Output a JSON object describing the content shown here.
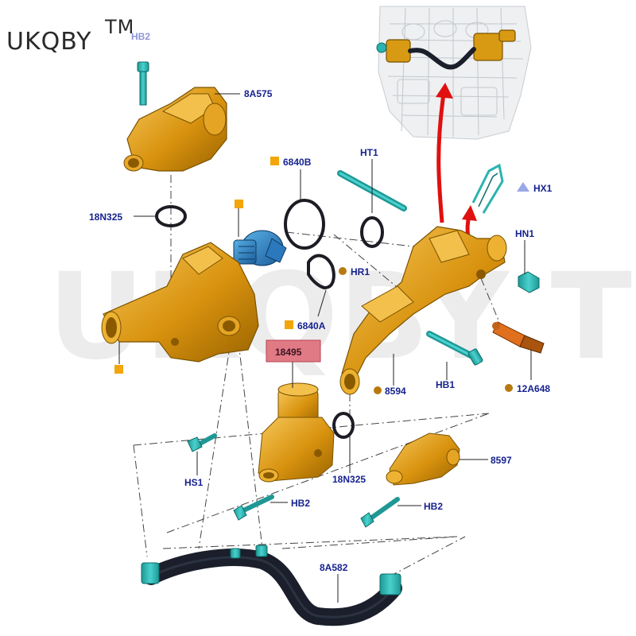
{
  "brand": {
    "text": "UKQBY",
    "tm": "TM"
  },
  "watermark": "UKQBY TM",
  "highlight_color": "#e07a85",
  "label_color": "#16228f",
  "part_color": "#d89a12",
  "fastener_color": "#2ab3b0",
  "arrow_color": "#e01010",
  "labels": {
    "hb2_top": "HB2",
    "p8a575": "8A575",
    "p6840b": "6840B",
    "ht1": "HT1",
    "hx1": "HX1",
    "p18n325_top": "18N325",
    "hn1": "HN1",
    "hr1": "HR1",
    "p6840a": "6840A",
    "p18495": "18495",
    "hb1": "HB1",
    "p12a648": "12A648",
    "p8594": "8594",
    "hs1": "HS1",
    "p18n325_bottom": "18N325",
    "p8597": "8597",
    "hb2_mid": "HB2",
    "hb2_right": "HB2",
    "p8a582": "8A582"
  },
  "icons": {
    "square": "square-marker-icon",
    "circle": "circle-marker-icon",
    "triangle": "triangle-marker-icon"
  }
}
